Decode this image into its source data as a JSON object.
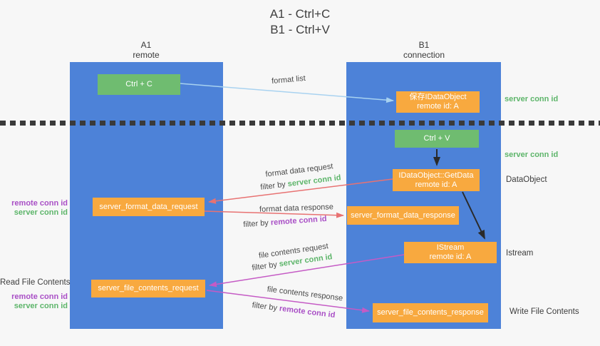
{
  "title": {
    "line1": "A1 - Ctrl+C",
    "line2": "B1 - Ctrl+V"
  },
  "lanes": {
    "a": {
      "name": "A1",
      "subtitle": "remote"
    },
    "b": {
      "name": "B1",
      "subtitle": "connection"
    }
  },
  "nodes": {
    "ctrl_c": {
      "label": "Ctrl + C"
    },
    "save_dataobject": {
      "line1": "保存IDataObject",
      "line2": "remote id: A"
    },
    "ctrl_v": {
      "label": "Ctrl + V"
    },
    "getdata": {
      "line1": "IDataObject::GetData",
      "line2": "remote id: A"
    },
    "format_request": {
      "label": "server_format_data_request"
    },
    "format_response": {
      "label": "server_format_data_response"
    },
    "istream": {
      "line1": "IStream",
      "line2": "remote id: A"
    },
    "file_request": {
      "label": "server_file_contents_request"
    },
    "file_response": {
      "label": "server_file_contents_response"
    }
  },
  "edge_labels": {
    "format_list": "format list",
    "format_data_request": "format data request",
    "format_data_response": "format data response",
    "file_contents_request": "file contents request",
    "file_contents_response": "file contents response",
    "filter_by": "filter by ",
    "server_conn_id": "server conn id",
    "remote_conn_id": "remote conn id"
  },
  "side_labels": {
    "server_conn_id_top": "server conn id",
    "server_conn_id_mid": "server conn id",
    "dataobject": "DataObject",
    "istream": "Istream",
    "write_file_contents": "Write File Contents",
    "read_file_contents": "Read File Contents",
    "remote_conn_id_1": "remote conn id",
    "server_conn_id_1": "server conn id",
    "remote_conn_id_2": "remote conn id",
    "server_conn_id_2": "server conn id"
  },
  "colors": {
    "lane": "#4d82d8",
    "green_box": "#6fbc70",
    "orange_box": "#f8a93f",
    "green_text": "#5db56a",
    "purple_text": "#a94fc6",
    "red_arrow": "#e87272",
    "purple_arrow": "#c55bc5",
    "blue_arrow": "#a8d2f0",
    "black_arrow": "#2a2a2a"
  }
}
